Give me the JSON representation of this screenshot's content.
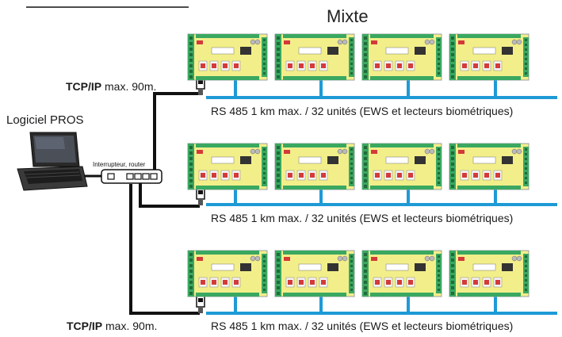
{
  "diagram": {
    "title": "Mixte",
    "software_label": "Logiciel PROS",
    "switch_label": "Interrupteur, router",
    "tcp_top": {
      "bold": "TCP/IP",
      "rest": " max. 90m."
    },
    "tcp_bottom": {
      "bold": "TCP/IP",
      "rest": " max. 90m."
    },
    "bus_labels": [
      "RS 485  1 km max. / 32 unités (EWS et lecteurs biométriques)",
      "RS 485  1 km max. / 32 unités (EWS et lecteurs biométriques)",
      "RS 485  1 km max. / 32 unités (EWS et lecteurs biométriques)"
    ],
    "colors": {
      "rs485_bus": "#1e9ad6",
      "tcp_cable": "#111111",
      "board_yellow": "#f2ef8a",
      "board_green": "#3aa860"
    }
  }
}
